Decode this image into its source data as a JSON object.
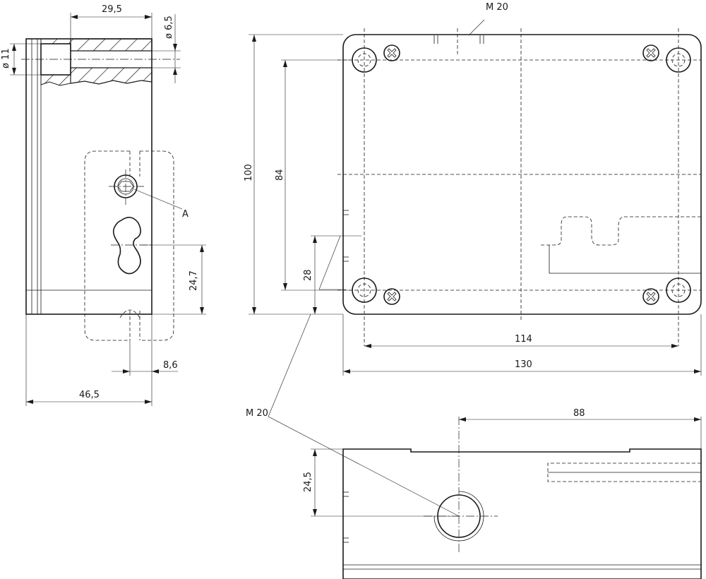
{
  "side_view": {
    "dim_width_top": "29,5",
    "dim_bore_small": "ø 6,5",
    "dim_bore_large": "ø 11",
    "label_a": "A",
    "dim_height_slot": "24,7",
    "dim_offset": "8,6",
    "dim_width_total": "46,5"
  },
  "top_view": {
    "label_thread_top": "M 20",
    "dim_height_total": "100",
    "dim_height_holes": "84",
    "dim_thread_offset": "28",
    "dim_hole_spacing": "114",
    "dim_width_total": "130"
  },
  "front_view": {
    "label_thread": "M 20",
    "dim_thread_position": "88",
    "dim_thread_height": "24,5"
  }
}
